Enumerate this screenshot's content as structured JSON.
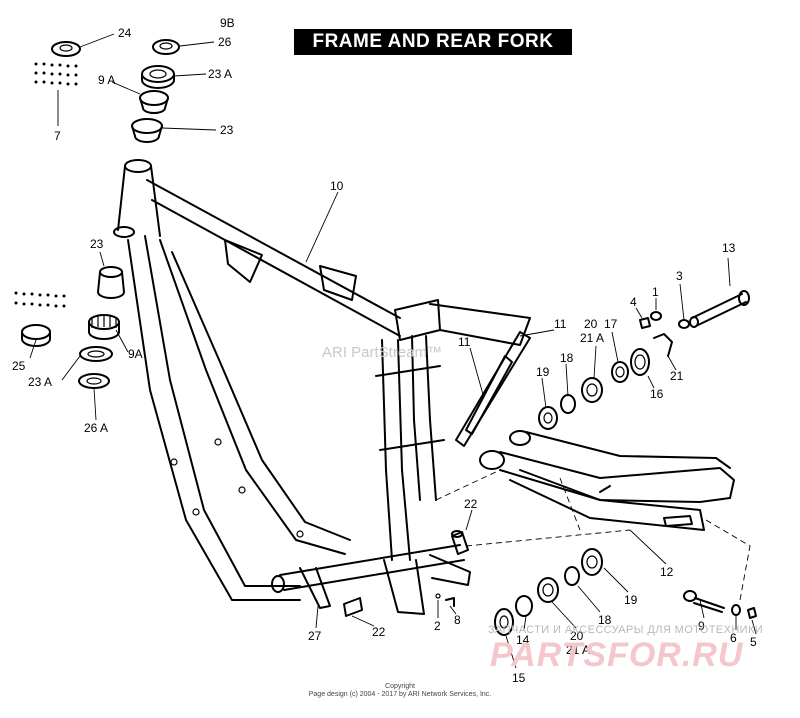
{
  "title": "FRAME AND REAR FORK",
  "callouts": [
    {
      "id": "c24",
      "text": "24"
    },
    {
      "id": "c9b",
      "text": "9B"
    },
    {
      "id": "c26",
      "text": "26"
    },
    {
      "id": "c9a_top",
      "text": "9 A"
    },
    {
      "id": "c23a_top",
      "text": "23 A"
    },
    {
      "id": "c7",
      "text": "7"
    },
    {
      "id": "c23_top",
      "text": "23"
    },
    {
      "id": "c10",
      "text": "10"
    },
    {
      "id": "c23_left",
      "text": "23"
    },
    {
      "id": "c13",
      "text": "13"
    },
    {
      "id": "c4",
      "text": "4"
    },
    {
      "id": "c1",
      "text": "1"
    },
    {
      "id": "c3",
      "text": "3"
    },
    {
      "id": "c20_top",
      "text": "20"
    },
    {
      "id": "c21a_top",
      "text": "21 A"
    },
    {
      "id": "c17",
      "text": "17"
    },
    {
      "id": "c11a",
      "text": "11"
    },
    {
      "id": "c11b",
      "text": "11"
    },
    {
      "id": "c18_top",
      "text": "18"
    },
    {
      "id": "c19_top",
      "text": "19"
    },
    {
      "id": "c21",
      "text": "21"
    },
    {
      "id": "c16",
      "text": "16"
    },
    {
      "id": "c25",
      "text": "25"
    },
    {
      "id": "c9a_left",
      "text": "9A"
    },
    {
      "id": "c23a_left",
      "text": "23 A"
    },
    {
      "id": "c26a",
      "text": "26 A"
    },
    {
      "id": "c22_top",
      "text": "22"
    },
    {
      "id": "c12",
      "text": "12"
    },
    {
      "id": "c19_bottom",
      "text": "19"
    },
    {
      "id": "c18_bottom",
      "text": "18"
    },
    {
      "id": "c20_bottom",
      "text": "20"
    },
    {
      "id": "c21a_bottom",
      "text": "21 A"
    },
    {
      "id": "c14",
      "text": "14"
    },
    {
      "id": "c15",
      "text": "15"
    },
    {
      "id": "c9",
      "text": "9"
    },
    {
      "id": "c6",
      "text": "6"
    },
    {
      "id": "c5",
      "text": "5"
    },
    {
      "id": "c2",
      "text": "2"
    },
    {
      "id": "c8",
      "text": "8"
    },
    {
      "id": "c27",
      "text": "27"
    },
    {
      "id": "c22_bottom",
      "text": "22"
    }
  ],
  "watermark": "ARI PartStream™",
  "shop_text": "ЗАПЧАСТИ И АКСЕССУАРЫ ДЛЯ МОТОТЕХНИКИ",
  "shop_logo": "PARTSFOR.RU",
  "copyright_label": "Copyright",
  "copyright_line": "Page design (c) 2004 - 2017 by ARI Network Services, Inc."
}
